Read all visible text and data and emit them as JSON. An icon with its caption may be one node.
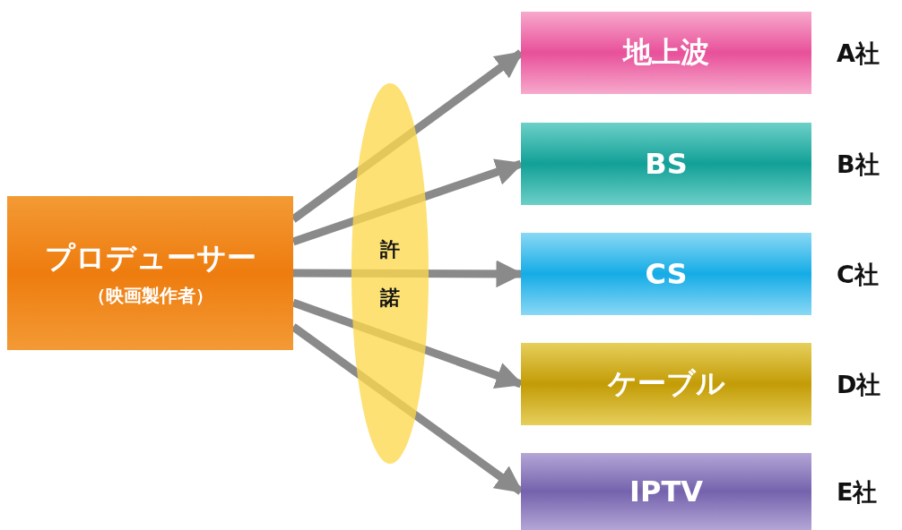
{
  "diagram": {
    "nodes": [
      {
        "text": [
          "プロデューサー",
          "（映画製作者）"
        ]
      },
      {
        "text": [
          "地上波"
        ],
        "beside": [
          "A社"
        ]
      },
      {
        "text": [
          "BS"
        ],
        "beside": [
          "B社"
        ]
      },
      {
        "text": [
          "CS"
        ],
        "beside": [
          "C社"
        ]
      },
      {
        "text": [
          "ケーブル"
        ],
        "beside": [
          "D社"
        ]
      },
      {
        "text": [
          "IPTV"
        ],
        "beside": [
          "E社"
        ]
      }
    ],
    "edges": [
      {
        "from": 0,
        "to": 1,
        "arrow": "to"
      },
      {
        "from": 0,
        "to": 2,
        "arrow": "to"
      },
      {
        "from": 0,
        "to": 3,
        "arrow": "to"
      },
      {
        "from": 0,
        "to": 4,
        "arrow": "to"
      },
      {
        "from": 0,
        "to": 5,
        "arrow": "to"
      }
    ],
    "labels": [
      "許諾"
    ]
  }
}
